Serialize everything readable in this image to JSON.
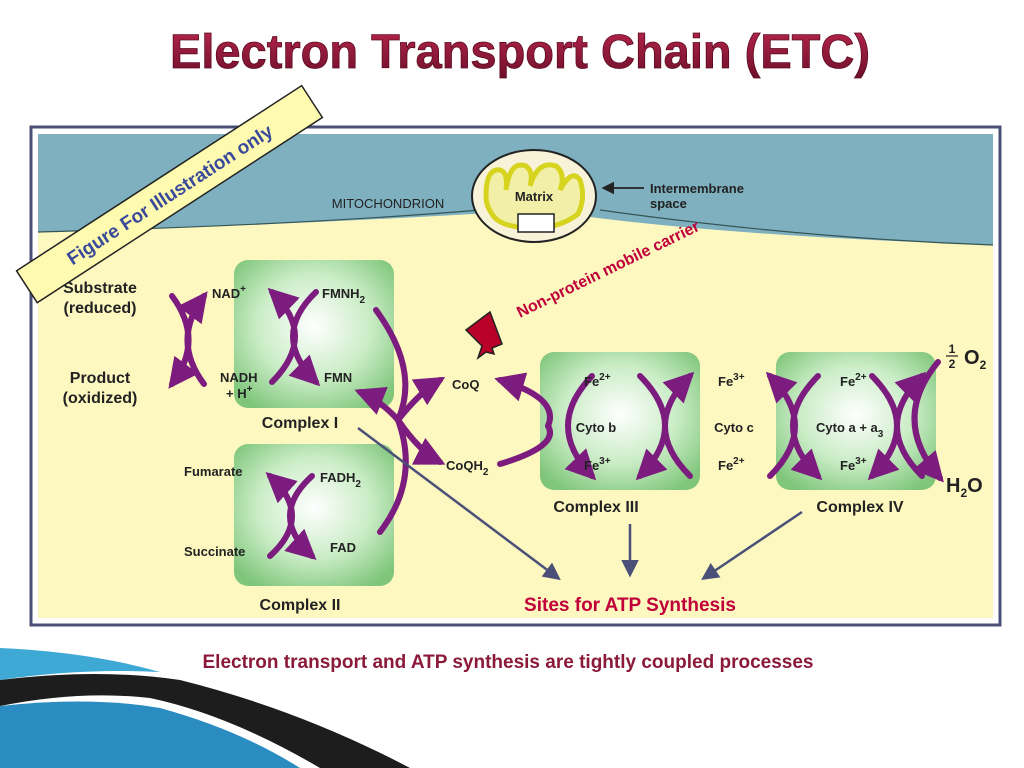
{
  "slide": {
    "title": "Electron Transport Chain (ETC)",
    "caption": "Electron transport and ATP synthesis are tightly coupled processes",
    "stamp": "Figure For Illustration only",
    "mobile_carrier_note": "Non-protein mobile carrier",
    "atp_sites": "Sites for ATP Synthesis"
  },
  "mito": {
    "label": "MITOCHONDRION",
    "matrix": "Matrix",
    "intermembrane_1": "Intermembrane",
    "intermembrane_2": "space"
  },
  "left": {
    "substrate_1": "Substrate",
    "substrate_2": "(reduced)",
    "product_1": "Product",
    "product_2": "(oxidized)"
  },
  "complex1": {
    "name": "Complex I",
    "nad": "NAD",
    "nad_sup": "+",
    "nadh": "NADH",
    "h": "+ H",
    "h_sup": "+",
    "fmnh": "FMNH",
    "fmnh_sub": "2",
    "fmn": "FMN"
  },
  "complex2": {
    "name": "Complex II",
    "fumarate": "Fumarate",
    "succinate": "Succinate",
    "fadh": "FADH",
    "fadh_sub": "2",
    "fad": "FAD"
  },
  "coq": {
    "coq": "CoQ",
    "coqh": "CoQH",
    "coqh_sub": "2"
  },
  "complex3": {
    "name": "Complex III",
    "fe": "Fe",
    "two_plus": "2+",
    "three_plus": "3+",
    "cyto": "Cyto b"
  },
  "cytoc": {
    "fe": "Fe",
    "three_plus": "3+",
    "two_plus": "2+",
    "name": "Cyto c"
  },
  "complex4": {
    "name": "Complex IV",
    "fe": "Fe",
    "two_plus": "2+",
    "three_plus": "3+",
    "cyto": "Cyto a + a",
    "cyto_sub": "3"
  },
  "oxygen": {
    "half_num": "1",
    "half_den": "2",
    "o": "O",
    "o_sub": "2",
    "h": "H",
    "h_sub": "2",
    "water_o": "O"
  },
  "colors": {
    "title": "#8b1a3a",
    "purple": "#7b1c7e",
    "green": "#8fcf8c",
    "panel": "#fdf7c0",
    "band": "#7fb0c0",
    "note": "#c0003a",
    "frame": "#4a5078"
  }
}
